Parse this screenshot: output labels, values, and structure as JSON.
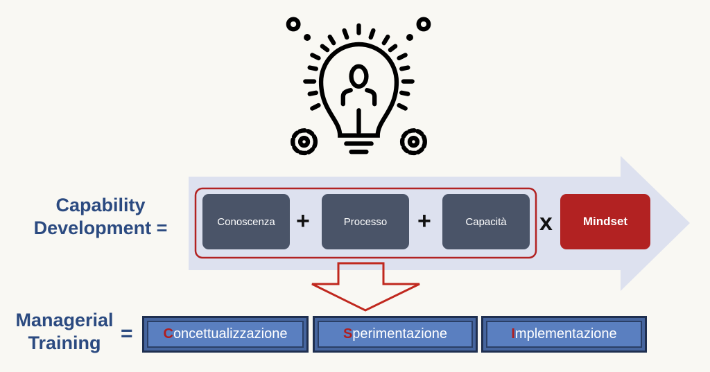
{
  "icon": "lightbulb-person-gears-icon",
  "capability": {
    "line1": "Capability",
    "line2": "Development ="
  },
  "components": [
    "Conoscenza",
    "Processo",
    "Capacità"
  ],
  "operators": {
    "plus": "+",
    "times": "x"
  },
  "mindset": "Mindset",
  "training": {
    "line1": "Managerial",
    "line2": "Training",
    "eq": "="
  },
  "phases": [
    {
      "first": "C",
      "rest": "oncettualizzazione"
    },
    {
      "first": "S",
      "rest": "perimentazione"
    },
    {
      "first": "I",
      "rest": "mplementazione"
    }
  ],
  "colors": {
    "navy": "#2b4a80",
    "red": "#b22222",
    "box": "#4a5468",
    "phase": "#5a7fc0"
  }
}
